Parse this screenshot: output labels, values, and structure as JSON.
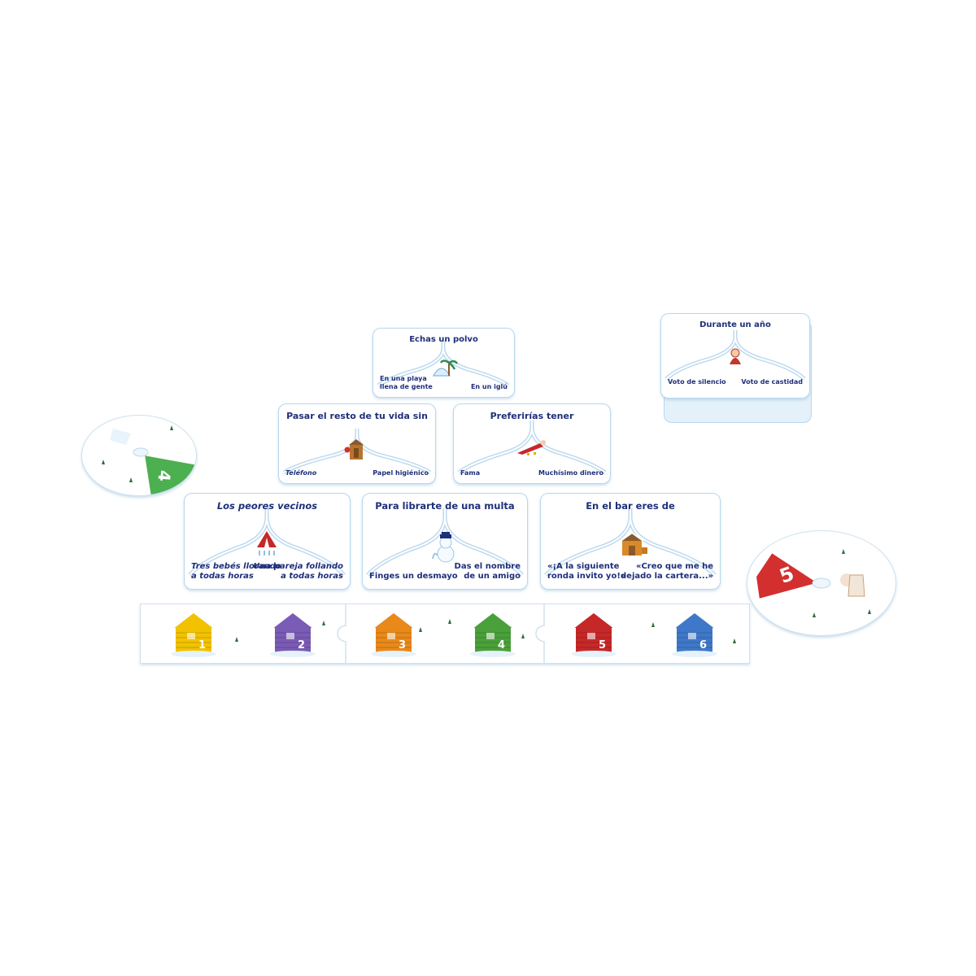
{
  "cards": [
    {
      "id": "echas",
      "title": "Echas un polvo",
      "left": "En una playa\nllena de gente",
      "right": "En un iglú",
      "illustration": "igloo-palm-icon"
    },
    {
      "id": "pasar",
      "title": "Pasar el resto\nde tu vida sin",
      "left": "Teléfono",
      "right": "Papel higiénico",
      "illustration": "outhouse-icon"
    },
    {
      "id": "preferirias",
      "title": "Preferirías tener",
      "left": "Fama",
      "right": "Muchísimo dinero",
      "illustration": "red-carpet-icon"
    },
    {
      "id": "vecinos",
      "title": "Los peores vecinos",
      "left": "Tres bebés llorando\na todas horas",
      "right": "Una pareja follando\na todas horas",
      "illustration": "tent-icon"
    },
    {
      "id": "multa",
      "title": "Para librarte de una multa",
      "left": "Finges un desmayo",
      "right": "Das el nombre\nde un amigo",
      "illustration": "snowman-police-icon"
    },
    {
      "id": "bar",
      "title": "En el bar eres de",
      "left": "«¡A la siguiente\nronda invito yo!»",
      "right": "«Creo que me he\ndejado la cartera...»",
      "illustration": "bar-cabin-icon"
    }
  ],
  "deck": {
    "title": "Durante un año",
    "left": "Voto de silencio",
    "right": "Voto de castidad",
    "illustration": "monk-icon"
  },
  "spinners": [
    {
      "number": "4",
      "color": "#4caf50"
    },
    {
      "number": "5",
      "color": "#d32f2f"
    }
  ],
  "houses": [
    {
      "number": "1",
      "color": "#f2c200"
    },
    {
      "number": "2",
      "color": "#7a5bb5"
    },
    {
      "number": "3",
      "color": "#e8891a"
    },
    {
      "number": "4",
      "color": "#4aa03a"
    },
    {
      "number": "5",
      "color": "#c62828"
    },
    {
      "number": "6",
      "color": "#3f78c8"
    }
  ]
}
